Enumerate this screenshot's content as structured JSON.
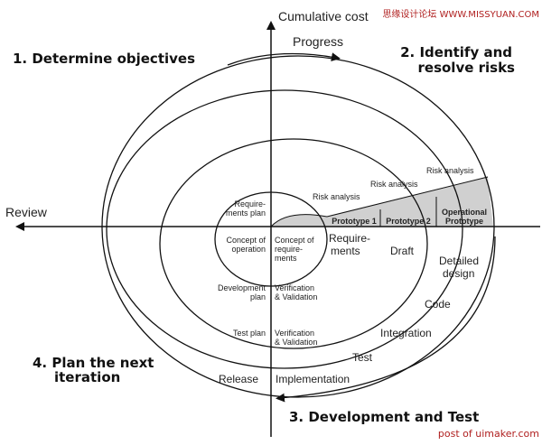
{
  "watermarks": {
    "top_right": "思缘设计论坛  WWW.MISSYUAN.COM",
    "bottom_right": "post of uimaker.com"
  },
  "axes": {
    "vertical_label": "Cumulative cost",
    "horizontal_label": "Review",
    "progress_label": "Progress"
  },
  "quadrants": {
    "q1": "1. Determine objectives",
    "q2_line1": "2. Identify and",
    "q2_line2": "resolve risks",
    "q3": "3. Development and Test",
    "q4_line1": "4. Plan the next",
    "q4_line2": "iteration"
  },
  "labels": {
    "risk_analysis": "Risk analysis",
    "prototype1": "Prototype 1",
    "prototype2": "Prototype 2",
    "operational_line1": "Operational",
    "operational_line2": "Prototype",
    "req_plan_line1": "Require-",
    "req_plan_line2": "ments plan",
    "concept_op_line1": "Concept of",
    "concept_op_line2": "operation",
    "concept_req_line1": "Concept of",
    "concept_req_line2": "require-",
    "concept_req_line3": "ments",
    "requirements_line1": "Require-",
    "requirements_line2": "ments",
    "draft": "Draft",
    "detailed_line1": "Detailed",
    "detailed_line2": "design",
    "code": "Code",
    "integration": "Integration",
    "test": "Test",
    "implementation": "Implementation",
    "release": "Release",
    "dev_plan_line1": "Development",
    "dev_plan_line2": "plan",
    "verif_line1": "Verification",
    "verif_line2": "& Validation",
    "test_plan": "Test plan"
  },
  "colors": {
    "line": "#111111",
    "shaded": "#d0d0d0",
    "watermark": "#b02020"
  }
}
